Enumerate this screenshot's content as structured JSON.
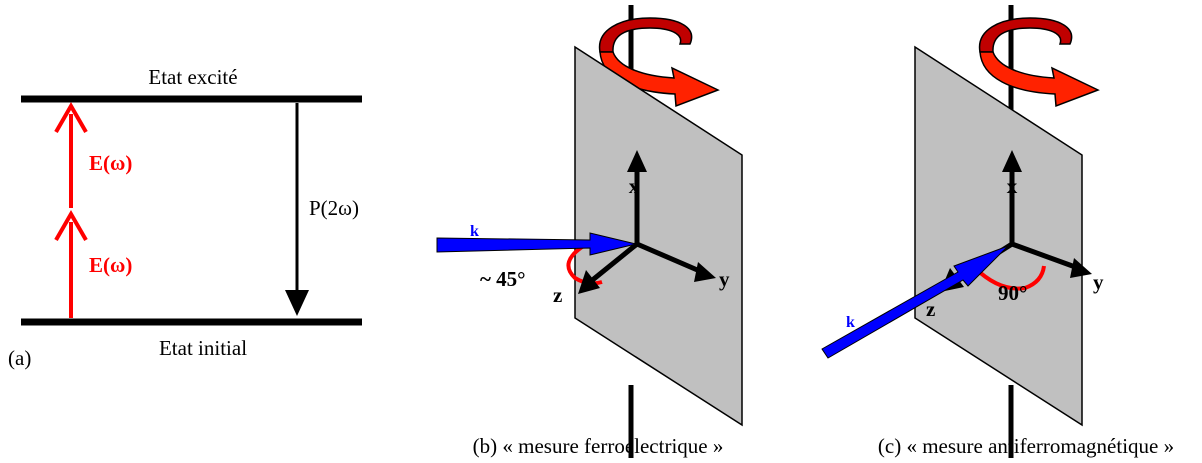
{
  "colors": {
    "red": "#ff0000",
    "blue": "#0000ff",
    "black": "#000000",
    "panel_gray": "#c0c0c0",
    "rotation_arrow": "#e00000"
  },
  "panel_a": {
    "label": "(a)",
    "upper_level": "Etat excité",
    "lower_level": "Etat initial",
    "photon_1": "E(ω)",
    "photon_2": "E(ω)",
    "emission": "P(2ω)"
  },
  "panel_b": {
    "caption": "(b) « mesure ferroélectrique »",
    "wavevector": "k",
    "angle": "~ 45°",
    "axis_x": "x",
    "axis_y": "y",
    "axis_z": "z"
  },
  "panel_c": {
    "caption": "(c) « mesure antiferromagnétique »",
    "wavevector": "k",
    "angle": "90°",
    "axis_x": "x",
    "axis_y": "y",
    "axis_z": "z"
  }
}
